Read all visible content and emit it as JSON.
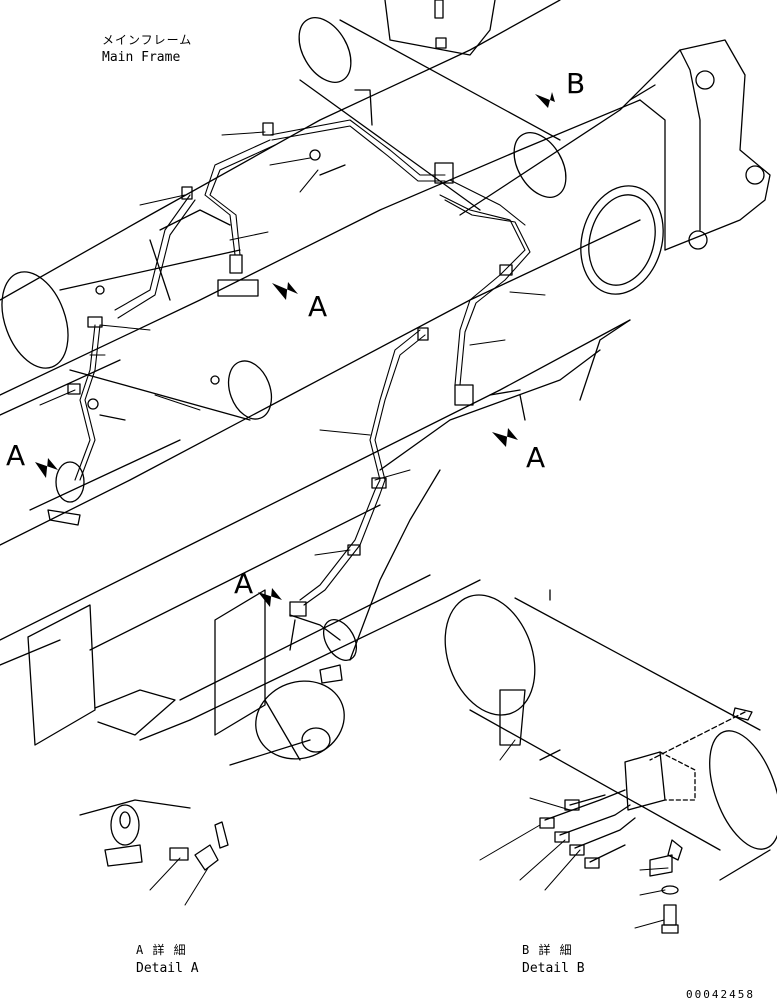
{
  "labels": {
    "main_frame_jp": "メインフレーム",
    "main_frame_en": "Main Frame",
    "view_b": "B",
    "view_a_top": "A",
    "view_a_left": "A",
    "view_a_right": "A",
    "view_a_bottom": "A",
    "detail_a_jp": "A 詳 細",
    "detail_a_en": "Detail A",
    "detail_b_jp": "B 詳 細",
    "detail_b_en": "Detail B",
    "part_number": "00042458"
  }
}
